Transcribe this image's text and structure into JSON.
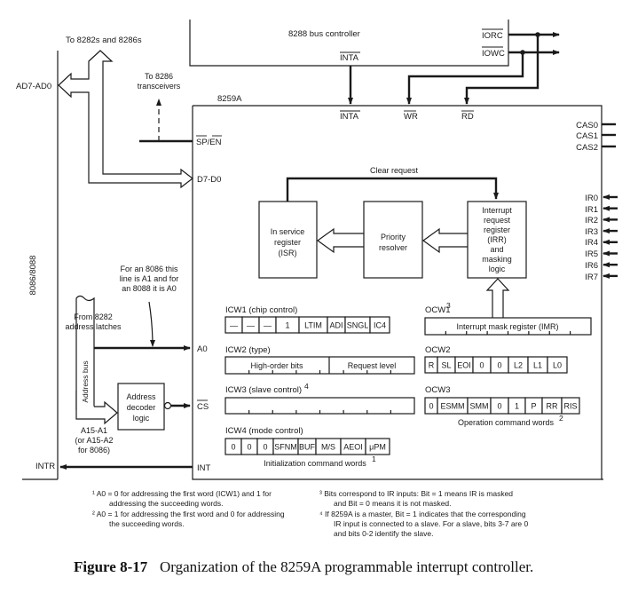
{
  "figure": {
    "caption_label": "Figure 8-17",
    "caption_text": "Organization of the 8259A programmable interrupt controller."
  },
  "cpu": {
    "label": "8086/8088",
    "ad_bus": "AD7-AD0",
    "intr": "INTR"
  },
  "bus_controller": {
    "label": "8288 bus controller",
    "inta": "INTA",
    "iorc": "IORC",
    "iowc": "IOWC"
  },
  "external": {
    "to_8282_8286": "To 8282s and 8286s",
    "to_8286_line1": "To 8286",
    "to_8286_line2": "transceivers",
    "a0_note": [
      "For an 8086 this",
      "line is A1 and for",
      "an 8088 it is A0"
    ],
    "latch_note": [
      "From 8282",
      "address latches"
    ],
    "address_bus": "Address bus",
    "addr_range": [
      "A15-A1",
      "(or A15-A2",
      "for 8086)"
    ],
    "decoder": [
      "Address",
      "decoder",
      "logic"
    ]
  },
  "chip": {
    "label": "8259A",
    "pins_top": [
      "INTA",
      "WR",
      "RD"
    ],
    "pins_left": {
      "sp_en": "SP/EN",
      "data": "D7-D0",
      "a0": "A0",
      "cs": "CS",
      "int": "INT"
    },
    "cas": [
      "CAS0",
      "CAS1",
      "CAS2"
    ],
    "ir": [
      "IR0",
      "IR1",
      "IR2",
      "IR3",
      "IR4",
      "IR5",
      "IR6",
      "IR7"
    ],
    "clear_request": "Clear request",
    "isr": [
      "In service",
      "register",
      "(ISR)"
    ],
    "priority": [
      "Priority",
      "resolver"
    ],
    "irr": [
      "Interrupt",
      "request",
      "register",
      "(IRR)",
      "and",
      "masking",
      "logic"
    ]
  },
  "icw": {
    "icw1_title": "ICW1 (chip control)",
    "icw1_bits": [
      "—",
      "—",
      "—",
      "1",
      "LTIM",
      "ADI",
      "SNGL",
      "IC4"
    ],
    "icw2_title": "ICW2 (type)",
    "icw2_fields": [
      "High-order bits",
      "Request level"
    ],
    "icw3_title": "ICW3 (slave control)",
    "icw3_sup": "4",
    "icw4_title": "ICW4 (mode control)",
    "icw4_bits": [
      "0",
      "0",
      "0",
      "SFNM",
      "BUF",
      "M/S",
      "AEOI",
      "μPM"
    ],
    "group_label": "Initialization command words",
    "group_sup": "1"
  },
  "ocw": {
    "ocw1_title": "OCW1",
    "ocw1_sup": "3",
    "ocw1_field": "Interrupt mask register (IMR)",
    "ocw2_title": "OCW2",
    "ocw2_bits": [
      "R",
      "SL",
      "EOI",
      "0",
      "0",
      "L2",
      "L1",
      "L0"
    ],
    "ocw3_title": "OCW3",
    "ocw3_bits": [
      "0",
      "ESMM",
      "SMM",
      "0",
      "1",
      "P",
      "RR",
      "RIS"
    ],
    "group_label": "Operation command words",
    "group_sup": "2"
  },
  "footnotes": {
    "n1": [
      "¹ A0 = 0 for addressing the first word (ICW1) and 1 for",
      "addressing the succeeding words."
    ],
    "n2": [
      "² A0 = 1 for addressing the first word and 0 for addressing",
      "the succeeding words."
    ],
    "n3": [
      "³ Bits correspond to IR inputs: Bit = 1 means IR is masked",
      "and Bit = 0 means it is not masked."
    ],
    "n4": [
      "⁴ If 8259A is a master, Bit = 1 indicates that the corresponding",
      "IR input is connected to a slave. For a slave, bits 3-7 are 0",
      "and bits 0-2 identify the slave."
    ]
  }
}
